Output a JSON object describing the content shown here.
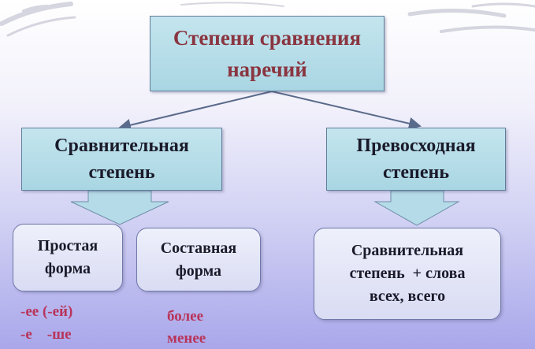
{
  "root": {
    "line1": "Степени сравнения",
    "line2": "наречий"
  },
  "comparative": {
    "line1": "Сравнительная",
    "line2": "степень"
  },
  "superlative": {
    "line1": "Превосходная",
    "line2": "степень"
  },
  "simple_form": {
    "line1": "Простая",
    "line2": "форма"
  },
  "compound_form": {
    "line1": "Составная",
    "line2": "форма"
  },
  "superlative_desc": {
    "line1": "Сравнительная",
    "line2": "степень  + слова",
    "line3": "всех, всего"
  },
  "suffixes": {
    "line1": "-ее (-ей)",
    "line2": "-е    -ше"
  },
  "compound_words": {
    "line1": "более",
    "line2": "менее"
  },
  "colors": {
    "title_text": "#8a3540",
    "suffix_text": "#b8345a",
    "box_fill": "#b4dbe7",
    "round_fill": "#e3e5f6"
  }
}
